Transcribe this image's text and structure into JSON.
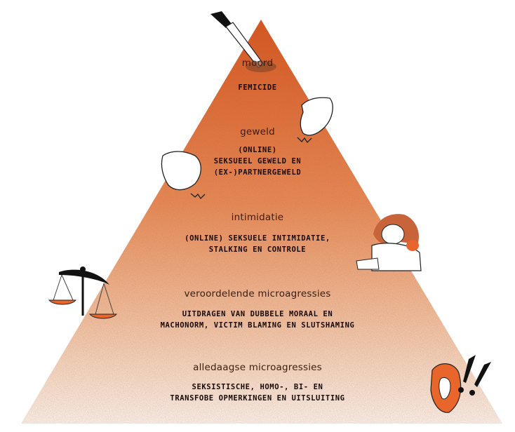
{
  "pyramid": {
    "levels": [
      {
        "label": "moord",
        "description": [
          "FEMICIDE"
        ]
      },
      {
        "label": "geweld",
        "description": [
          "(ONLINE)",
          "SEKSUEEL GEWELD EN",
          "(EX-)PARTNERGEWELD"
        ]
      },
      {
        "label": "intimidatie",
        "description": [
          "(ONLINE) SEKSUELE INTIMIDATIE,",
          "STALKING EN CONTROLE"
        ]
      },
      {
        "label": "veroordelende microagressies",
        "description": [
          "UITDRAGEN VAN DUBBELE MORAAL EN",
          "MACHONORM, VICTIM BLAMING EN SLUTSHAMING"
        ]
      },
      {
        "label": "alledaagse microagressies",
        "description": [
          "SEKSISTISCHE, HOMO-, BI- EN",
          "TRANSFOBE OPMERKINGEN EN UITSLUITING"
        ]
      }
    ],
    "colors": {
      "top": "#e0662a",
      "bottom": "#fbeee6",
      "text": "#1a0a04",
      "accent": "#e8652b"
    },
    "icons": [
      "knife-icon",
      "hand-icon",
      "hand-icon",
      "woman-illustration",
      "scales-icon",
      "mouth-exclamation-icon"
    ]
  }
}
